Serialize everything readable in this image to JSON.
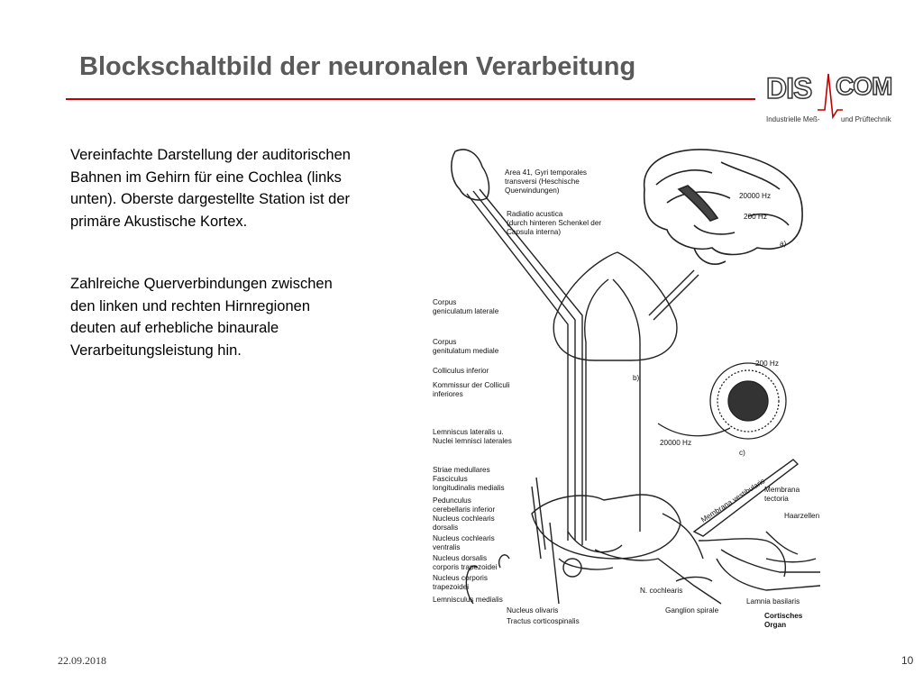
{
  "title": "Blockschaltbild der neuronalen Verarbeitung",
  "logo": {
    "left": "DIS",
    "right": "COM",
    "tagline_left": "Industrielle Meß-",
    "tagline_right": "und Prüftechnik",
    "accent_color": "#c00000"
  },
  "paragraphs": [
    "Vereinfachte Darstellung der auditorischen Bahnen im Gehirn für eine Cochlea (links unten). Oberste dargestellte Station ist der primäre Akustische Kortex.",
    "Zahlreiche Querverbindungen zwischen den linken und rechten Hirnregionen deuten auf erhebliche binaurale Verarbeitungsleistung hin."
  ],
  "figure": {
    "labels": {
      "area41": "Area 41, Gyri temporales",
      "area41b": "transversi (Heschische",
      "area41c": "Querwindungen)",
      "radiatio": "Radiatio acustica",
      "radiatio_b": "(durch hinteren Schenkel der",
      "radiatio_c": "Capsula interna)",
      "hz20000a": "20000 Hz",
      "hz200a": "200 Hz",
      "a": "a)",
      "corpus_lat": "Corpus",
      "corpus_lat_b": "geniculatum laterale",
      "corpus_med": "Corpus",
      "corpus_med_b": "genitulatum mediale",
      "colliculus": "Colliculus inferior",
      "kommissur": "Kommissur der Colliculi",
      "kommissur_b": "inferiores",
      "b": "b)",
      "hz200c": "200 Hz",
      "hz20000c": "20000 Hz",
      "c": "c)",
      "lemniscus_lat": "Lemniscus lateralis u.",
      "lemniscus_lat_b": "Nuclei lemnisci laterales",
      "striae": "Striae medullares",
      "fasciculus": "Fasciculus",
      "fasciculus_b": "longitudinalis medialis",
      "pedunculus": "Pedunculus",
      "pedunculus_b": "cerebellaris inferior",
      "ncd": "Nucleus cochlearis",
      "ncd_b": "dorsalis",
      "ncv": "Nucleus cochlearis",
      "ncv_b": "ventralis",
      "nd": "Nucleus dorsalis",
      "nd_b": "corporis trapezoidei",
      "nct": "Nucleus corporis",
      "nct_b": "trapezoidei",
      "lemniscus_med": "Lemnisculus medialis",
      "membrana_vest": "Membrana vestibularis",
      "membrana_tect": "Membrana",
      "membrana_tect_b": "tectoria",
      "haarzellen": "Haarzellen",
      "n_cochlearis": "N. cochlearis",
      "lamnia": "Lamnia basilaris",
      "nucleus_olivaris": "Nucleus olivaris",
      "ganglion": "Ganglion spirale",
      "tractus": "Tractus corticospinalis",
      "cortisches": "Cortisches",
      "organ": "Organ"
    }
  },
  "footer": {
    "date": "22.09.2018",
    "page": "10"
  }
}
